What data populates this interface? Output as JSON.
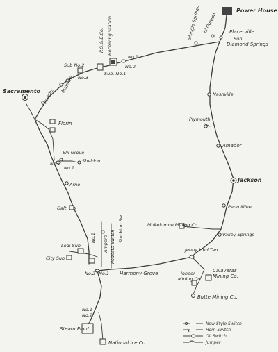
{
  "labels": {
    "power_house": "Power House",
    "el_dorado": "El Dorado",
    "shingle_springs": "Shingle Springs",
    "placerville": "Placerville",
    "placerville_sub": "Sub",
    "diamond_springs": "Diamond Springs",
    "pge_co": "P.G.&.E.Co.",
    "receiving_station": "Receiving Station",
    "no1_top": "No.1",
    "no2_top": "No.2",
    "sub_no2": "Sub No.2",
    "sub_no1": "Sub. No.1",
    "no3": "No.3",
    "sacramento": "Sacramento",
    "perkins": "Perkins",
    "mayhew": "Mayhew",
    "florin": "Florin",
    "nashville": "Nashville",
    "plymouth": "Plymouth",
    "amador": "Amador",
    "elk_grove": "Elk Grove",
    "sheldon": "Sheldon",
    "no2_mid": "No.2",
    "no1_mid": "No.1",
    "jackson": "Jackson",
    "arno": "Arno",
    "galt": "Galt",
    "penn_mine": "Penn Mine",
    "mokelumne": "Mokelumne Mining Co.",
    "valley_springs": "Valley Springs",
    "ampere": "Ampere",
    "no1_vert": "No.1",
    "podesta_switch": "Podesta Switch",
    "stockton_switch": "Stockton Sw.",
    "lodi_sub": "Lodi Sub",
    "city_sub": "City Sub",
    "jenny_lind_tap": "Jenny Lind Tap",
    "calaveras": "Calaveras",
    "calaveras2": "Mining Co.",
    "ioneer": "Ioneer",
    "ioneer2": "Mining Co.",
    "no2_low": "No.2",
    "no1_low": "No.1",
    "harmony_grove": "Harmony Grove",
    "butte": "Butte Mining Co.",
    "no1_bot": "No.1",
    "no2_bot": "No.2",
    "steam_plant": "Steam Plant",
    "national_ice": "National Ice Co."
  },
  "legend": {
    "new_style_switch": "New Style Switch",
    "horn_switch": "Horn Switch",
    "oil_switch": "Oil Switch",
    "jumper": "Jumper"
  }
}
